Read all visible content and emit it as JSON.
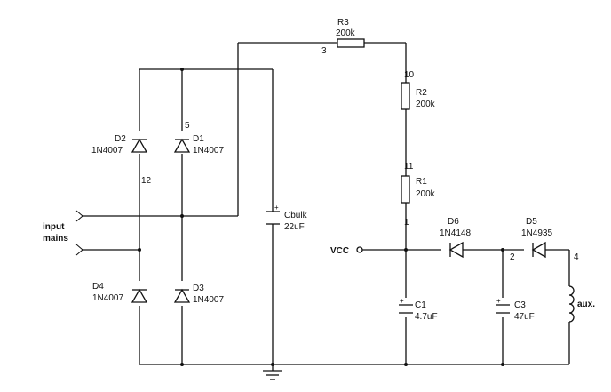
{
  "input": {
    "line1": "input",
    "line2": "mains"
  },
  "bridge": {
    "d1": {
      "ref": "D1",
      "part": "1N4007"
    },
    "d2": {
      "ref": "D2",
      "part": "1N4007"
    },
    "d3": {
      "ref": "D3",
      "part": "1N4007"
    },
    "d4": {
      "ref": "D4",
      "part": "1N4007"
    },
    "node5": "5",
    "node12": "12"
  },
  "cbulk": {
    "ref": "Cbulk",
    "value": "22uF",
    "polarity": "+"
  },
  "r3": {
    "ref": "R3",
    "value": "200k"
  },
  "r2": {
    "ref": "R2",
    "value": "200k"
  },
  "r1": {
    "ref": "R1",
    "value": "200k"
  },
  "nodes": {
    "n3": "3",
    "n10": "10",
    "n11": "11",
    "n1": "1",
    "n2": "2",
    "n4": "4"
  },
  "vcc": {
    "label": "VCC"
  },
  "d6": {
    "ref": "D6",
    "part": "1N4148"
  },
  "d5": {
    "ref": "D5",
    "part": "1N4935"
  },
  "c1": {
    "ref": "C1",
    "value": "4.7uF",
    "polarity": "+"
  },
  "c3": {
    "ref": "C3",
    "value": "47uF",
    "polarity": "+"
  },
  "aux": {
    "label": "aux."
  }
}
